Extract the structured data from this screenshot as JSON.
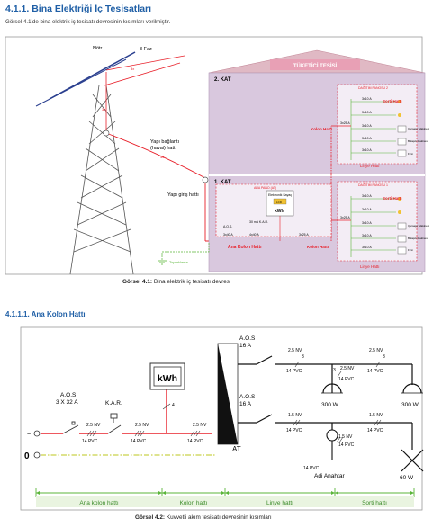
{
  "section": {
    "heading": "4.1.1. Bina Elektriği İç Tesisatları",
    "intro": "Görsel 4.1’de bina elektrik iç tesisatı devresinin kısımları verilmiştir."
  },
  "figure1": {
    "labels": {
      "notr": "Nötr",
      "faz3": "3 Faz",
      "tag_3x_a": "3x",
      "tag_3x_b": "3x",
      "tag_4x_a": "4x",
      "baglanti_1": "Yapı bağlantı",
      "baglanti_2": "(havai) hattı",
      "giris": "Yapı giriş hattı",
      "tuketici": "TÜKETİCİ TESİSİ",
      "kat2": "2. KAT",
      "kat1": "1. KAT",
      "dagitim2": "DAĞITIM PANOSU 2",
      "dagitim1": "DAĞITIM PANOSU 1",
      "ara_pano": "ARA PANO (AT)",
      "sayac_1": "Elektronik Sayaç",
      "sayac_2": "LCD",
      "kwh_small": "kWh",
      "aos": "A.O.S.",
      "sigorta_3x40": "3x40 A",
      "kar": "30 mA K.A.R.",
      "sigorta_4x40": "4x40 A",
      "sigorta_3x25_a": "3x25 A",
      "sigorta_3x25_b": "3x25 A",
      "sigorta_3x25_c": "3x25 A",
      "ana_kolon": "Ana Kolon Hattı",
      "kolon_a": "Kolon Hattı",
      "kolon_b": "Kolon Hattı",
      "linye_a": "Linye Hattı",
      "linye_b": "Linye Hattı",
      "sorti_a": "Sorti Hattı",
      "sorti_b": "Sorti Hattı",
      "topraklama": "Topraklama",
      "c3x10": "3x10 A",
      "camasir": "Çamaşır Makinesi",
      "bulasik": "Bulaşık Makinesi",
      "firin": "Fırın"
    },
    "caption_bold": "Görsel 4.1:",
    "caption_text": " Bina elektrik iç tesisatı devresi"
  },
  "subsection": {
    "heading": "4.1.1.1. Ana Kolon Hattı"
  },
  "figure2": {
    "labels": {
      "aos_top_1": "A.O.S",
      "aos_top_2": "16 A",
      "aos_mid_1": "A.O.S",
      "aos_mid_2": "16 A",
      "aos_left_1": "A.O.S",
      "aos_left_2": "3 X 32 A",
      "kar": "K.A.R.",
      "kwh": "kWh",
      "at": "AT",
      "zero": "0",
      "nv25_1": "2.5 NV",
      "nv25_2": "2.5 NV",
      "nv25_3": "2.5 NV",
      "nv25_4": "2.5 NV",
      "nv25_5": "2.5 NV",
      "nv25_6": "2.5 NV",
      "pvc_1": "14 PVC",
      "pvc_2": "14 PVC",
      "pvc_3": "14 PVC",
      "pvc_4": "14 PVC",
      "pvc_5": "14 PVC",
      "pvc_6": "14 PVC",
      "pvc_7": "14 PVC",
      "pvc_8": "14 PVC",
      "pvc_9": "14 PVC",
      "pvc_10": "14 PVC",
      "nv15_1": "1.5 NV",
      "nv15_2": "1.5 NV",
      "nv15_3": "1.5 NV",
      "n3_1": "3",
      "n3_2": "3",
      "n3_3": "3",
      "n4": "4",
      "w300_a": "300 W",
      "w300_b": "300 W",
      "w60": "60 W",
      "adi": "Adi Anahtar",
      "seg_ana": "Ana kolon hattı",
      "seg_kolon": "Kolon hattı",
      "seg_linye": "Linye hattı",
      "seg_sorti": "Sorti hattı"
    },
    "caption_bold": "Görsel 4.2:",
    "caption_text": " Kuvvetli akım tesisatı devresinin kısımları"
  },
  "colors": {
    "heading": "#1f5fa6",
    "line_red": "#e8202a",
    "line_green": "#5bb53a",
    "neutral_yellow": "#c9d24a",
    "building_fill": "#d9c8de",
    "roof_fill": "#e0b9c4"
  }
}
